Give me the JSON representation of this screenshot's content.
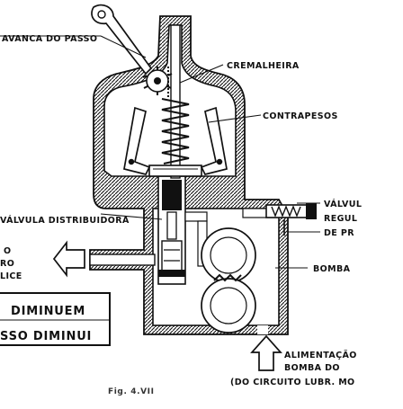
{
  "labels": {
    "avanca_do_passo": "AVANCA DO PASSO",
    "cremalheira": "CREMALHEIRA",
    "contrapesos": "CONTRAPESOS",
    "valvula_distribuidora": "VÁLVULA DISTRIBUIDORA",
    "valvula_reguladora_l1": "VÁLVUL",
    "valvula_reguladora_l2": "REGUL",
    "valvula_reguladora_l3": "DE PR",
    "left_l1": "O",
    "left_l2": "RO",
    "left_l3": "LICE",
    "bomba": "BOMBA",
    "box_l1": "DIMINUEM",
    "box_l2": "SSO DIMINUI",
    "alimentacao_l1": "ALIMENTAÇÃO",
    "alimentacao_l2": "BOMBA DO",
    "alimentacao_l3": "(DO CIRCUITO LUBR. MO",
    "caption": "Fig. 4.VII"
  },
  "colors": {
    "ink": "#111111",
    "paper": "#ffffff"
  }
}
